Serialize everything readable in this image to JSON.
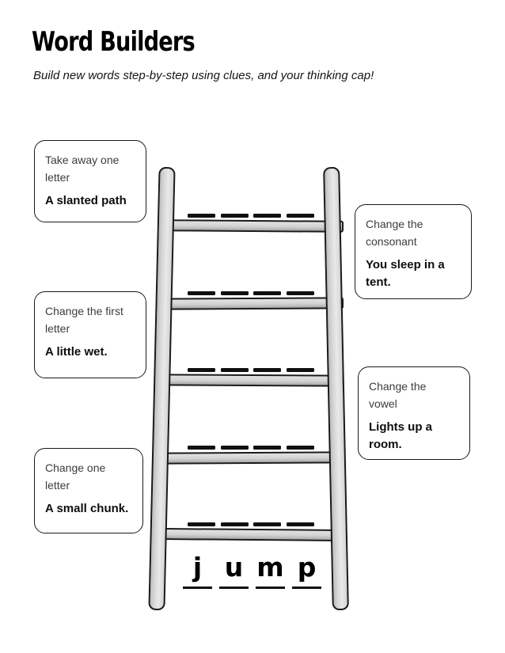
{
  "worksheet": {
    "title": "Word Builders",
    "subtitle": "Build new words step-by-step using clues, and your thinking cap!"
  },
  "clues_left": [
    {
      "instruction": "Take away one letter",
      "hint": "A slanted path"
    },
    {
      "instruction": "Change the first letter",
      "hint": "A little wet."
    },
    {
      "instruction": "Change one letter",
      "hint": "A small chunk."
    }
  ],
  "clues_right": [
    {
      "instruction": "Change the consonant",
      "hint": "You sleep in a tent."
    },
    {
      "instruction": "Change the vowel",
      "hint": "Lights up a room."
    }
  ],
  "ladder": {
    "rung_count": 5,
    "blanks_per_rung": 4,
    "start_word": "jump",
    "start_letters": [
      "j",
      "u",
      "m",
      "p"
    ]
  },
  "colors": {
    "background": "#ffffff",
    "outline": "#1a1a1a",
    "rail_fill": "#d9d9d9",
    "rung_fill": "#d2d2d2",
    "text_primary": "#0d0d0d",
    "text_instruction": "#3c3c3c"
  }
}
